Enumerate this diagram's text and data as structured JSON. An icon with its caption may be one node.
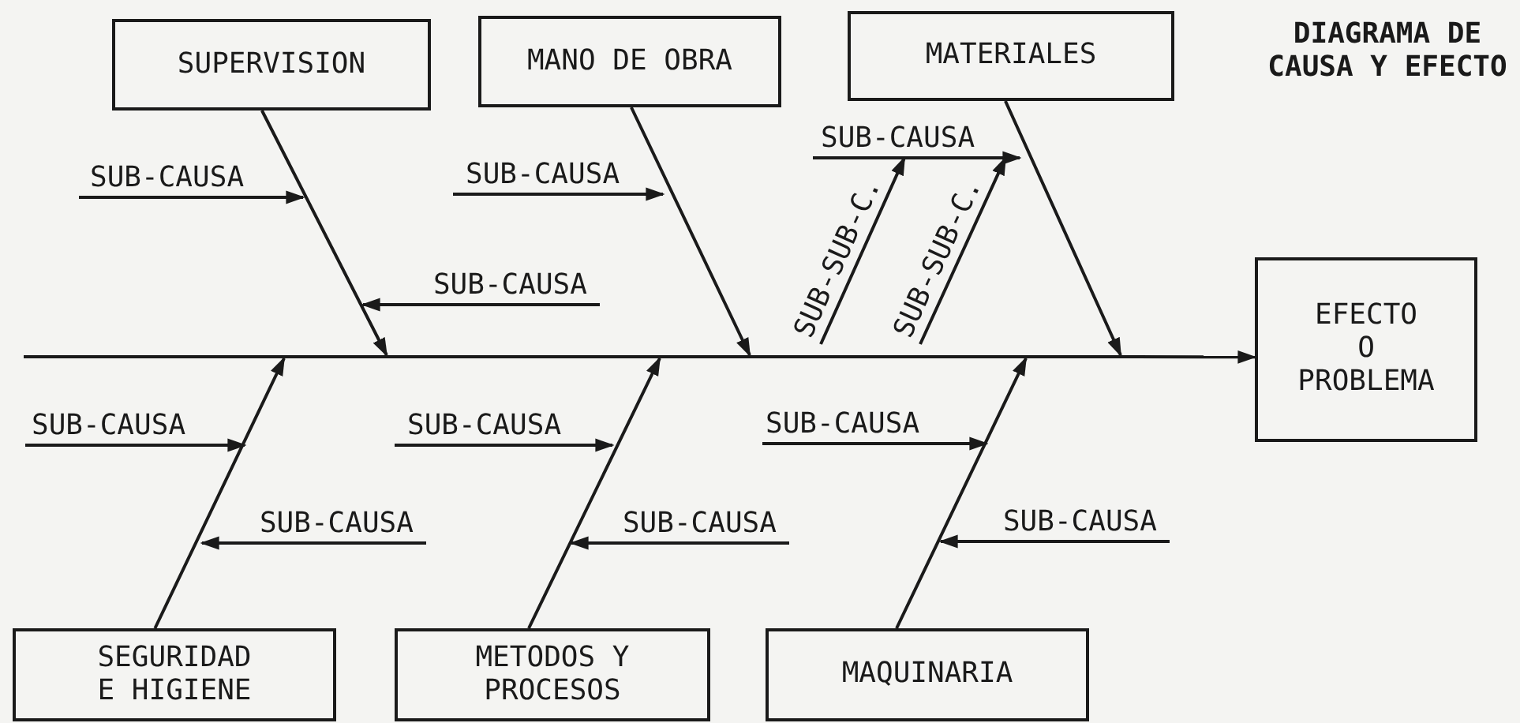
{
  "diagram": {
    "title": "DIAGRAMA DE CAUSA Y EFECTO",
    "nodes": [
      {
        "text": [
          "SUPERVISION"
        ]
      },
      {
        "text": [
          "MANO DE OBRA"
        ]
      },
      {
        "text": [
          "MATERIALES"
        ]
      },
      {
        "text": [
          "EFECTO O PROBLEMA"
        ]
      },
      {
        "text": [
          "SEGURIDAD E HIGIENE"
        ]
      },
      {
        "text": [
          "METODOS Y PROCESOS"
        ]
      },
      {
        "text": [
          "MAQUINARIA"
        ]
      },
      {
        "text": [
          "SUB-CAUSA"
        ]
      },
      {
        "text": [
          "SUB-CAUSA"
        ]
      },
      {
        "text": [
          "SUB-CAUSA"
        ]
      },
      {
        "text": [
          "SUB-SUB-C."
        ]
      },
      {
        "text": [
          "SUB-SUB-C."
        ]
      },
      {
        "text": [
          "SUB-CAUSA"
        ]
      },
      {
        "text": [
          "SUB-CAUSA"
        ]
      },
      {
        "text": [
          "SUB-CAUSA"
        ]
      },
      {
        "text": [
          "SUB-CAUSA"
        ]
      },
      {
        "text": [
          "SUB-CAUSA"
        ]
      },
      {
        "text": [
          "SUB-CAUSA"
        ]
      },
      {
        "text": [
          "SUB-CAUSA"
        ]
      },
      {
        "text": [],
        "shape": "bar"
      }
    ],
    "edges": [
      {
        "from": 19,
        "to": 3,
        "arrow": "to"
      },
      {
        "from": 0,
        "to": 19,
        "arrow": "to"
      },
      {
        "from": 1,
        "to": 19,
        "arrow": "to"
      },
      {
        "from": 2,
        "to": 19,
        "arrow": "to"
      },
      {
        "from": 4,
        "to": 19,
        "arrow": "to"
      },
      {
        "from": 5,
        "to": 19,
        "arrow": "to"
      },
      {
        "from": 6,
        "to": 19,
        "arrow": "to"
      },
      {
        "from": 7,
        "to": null,
        "arrow": "to"
      },
      {
        "from": 8,
        "to": null,
        "arrow": "to"
      },
      {
        "from": 9,
        "to": null,
        "arrow": "to"
      },
      {
        "from": 10,
        "to": 9,
        "arrow": "to"
      },
      {
        "from": 11,
        "to": 9,
        "arrow": "to"
      },
      {
        "from": 12,
        "to": null,
        "arrow": "to"
      },
      {
        "from": 13,
        "to": null,
        "arrow": "to"
      },
      {
        "from": 14,
        "to": null,
        "arrow": "to"
      },
      {
        "from": 15,
        "to": null,
        "arrow": "to"
      },
      {
        "from": 16,
        "to": null,
        "arrow": "to"
      },
      {
        "from": 17,
        "to": null,
        "arrow": "to"
      },
      {
        "from": 18,
        "to": null,
        "arrow": "to"
      }
    ]
  }
}
